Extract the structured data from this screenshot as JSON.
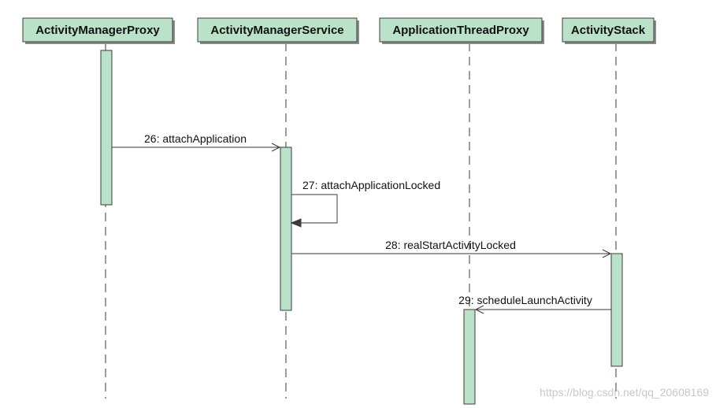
{
  "participants": [
    {
      "id": "amp",
      "label": "ActivityManagerProxy"
    },
    {
      "id": "ams",
      "label": "ActivityManagerService"
    },
    {
      "id": "atp",
      "label": "ApplicationThreadProxy"
    },
    {
      "id": "as",
      "label": "ActivityStack"
    }
  ],
  "messages": [
    {
      "label": "26: attachApplication",
      "from": "amp",
      "to": "ams",
      "kind": "async"
    },
    {
      "label": "27: attachApplicationLocked",
      "from": "ams",
      "to": "ams",
      "kind": "self"
    },
    {
      "label": "28: realStartActivityLocked",
      "from": "ams",
      "to": "as",
      "kind": "async"
    },
    {
      "label": "29: scheduleLaunchActivity",
      "from": "as",
      "to": "atp",
      "kind": "async"
    }
  ],
  "colors": {
    "participant_fill": "#b9e2c8",
    "line": "#3a3a3a"
  },
  "watermark": "https://blog.csdn.net/qq_20608169"
}
